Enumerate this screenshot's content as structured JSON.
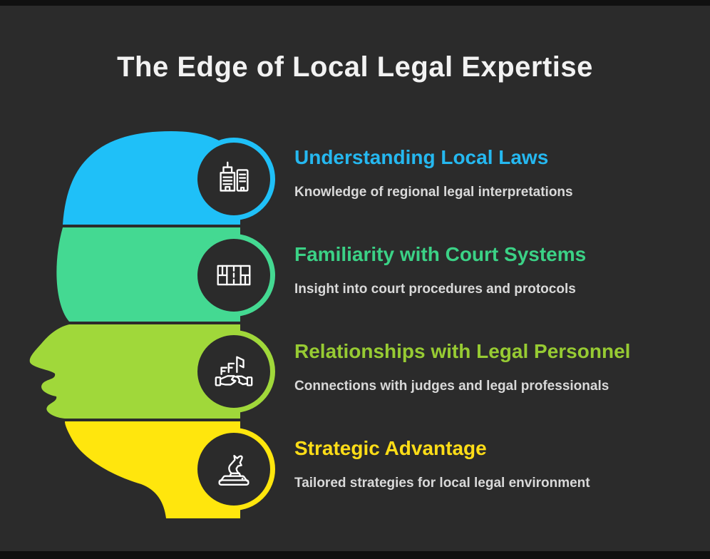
{
  "title": "The Edge of Local Legal Expertise",
  "colors": {
    "page_background": "#2b2b2b",
    "edge_bars": "#101010",
    "title_text": "#f2f2f2",
    "description_text": "#d9d9d9",
    "icon_stroke": "#ffffff",
    "icon_circle_fill": "#2b2b2b"
  },
  "sections": [
    {
      "heading": "Understanding Local Laws",
      "description": "Knowledge of regional legal interpretations",
      "band_color": "#1fc0f8",
      "heading_color": "#25b8f0",
      "icon": "city-buildings-icon"
    },
    {
      "heading": "Familiarity with Court Systems",
      "description": "Insight into court procedures and protocols",
      "band_color": "#44d992",
      "heading_color": "#3bd286",
      "icon": "court-layout-icon"
    },
    {
      "heading": "Relationships with Legal Personnel",
      "description": "Connections with judges and legal professionals",
      "band_color": "#a0d83a",
      "heading_color": "#97cb33",
      "icon": "handshake-building-icon"
    },
    {
      "heading": "Strategic Advantage",
      "description": "Tailored strategies for local legal environment",
      "band_color": "#ffe60d",
      "heading_color": "#fedd17",
      "icon": "chess-knight-icon"
    }
  ]
}
